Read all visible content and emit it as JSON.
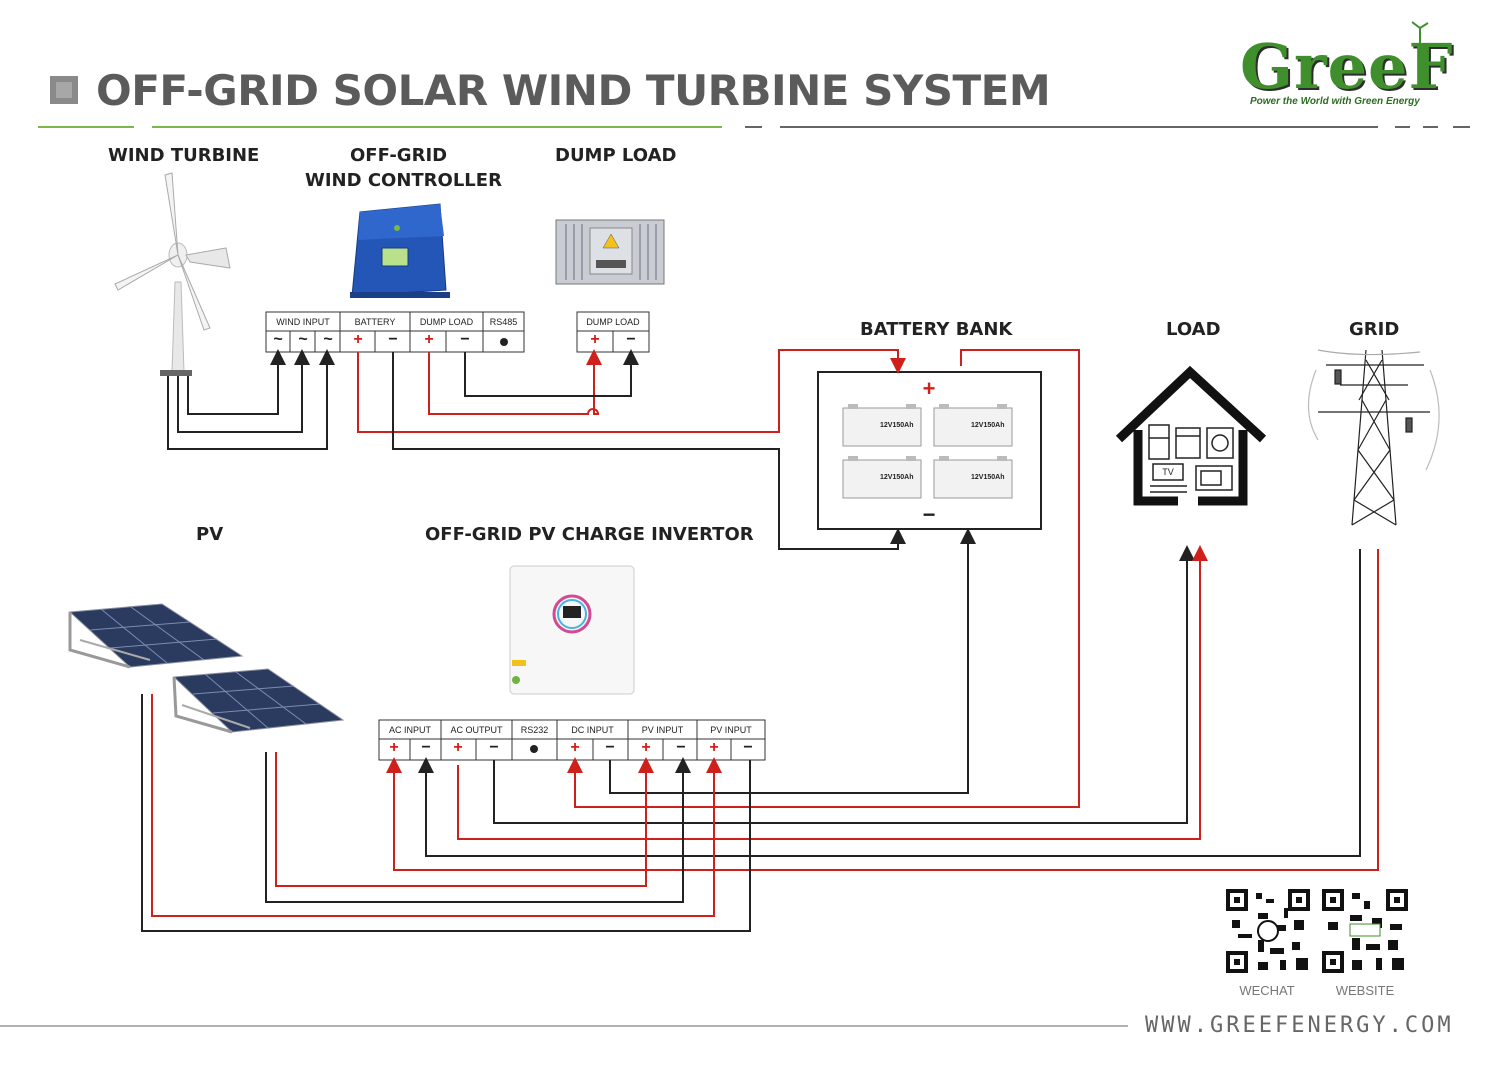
{
  "header": {
    "title": "OFF-GRID SOLAR WIND TURBINE SYSTEM",
    "brand": "GreeF",
    "slogan": "Power the World with Green Energy"
  },
  "components": {
    "wind_turbine": "WIND TURBINE",
    "wind_controller_line1": "OFF-GRID",
    "wind_controller_line2": "WIND CONTROLLER",
    "dump_load": "DUMP LOAD",
    "battery_bank": "BATTERY BANK",
    "load": "LOAD",
    "grid": "GRID",
    "pv": "PV",
    "pv_invertor": "OFF-GRID PV CHARGE INVERTOR"
  },
  "controller_terminals": {
    "wind_input": "WIND INPUT",
    "battery": "BATTERY",
    "dump_load": "DUMP LOAD",
    "rs485": "RS485"
  },
  "dump_load_terminal": "DUMP LOAD",
  "invertor_terminals": {
    "ac_input": "AC INPUT",
    "ac_output": "AC OUTPUT",
    "rs232": "RS232",
    "dc_input": "DC INPUT",
    "pv_input_1": "PV INPUT",
    "pv_input_2": "PV INPUT"
  },
  "symbols": {
    "plus": "+",
    "minus": "−",
    "ac": "~",
    "dot": "●"
  },
  "battery_unit_label": "12V150Ah",
  "tv_label": "TV",
  "qr": {
    "wechat": "WECHAT",
    "website": "WEBSITE"
  },
  "footer": {
    "website": "WWW.GREEFENERGY.COM"
  },
  "colors": {
    "brand_green": "#3f8f2c",
    "wire_red": "#d0201b",
    "wire_black": "#222222",
    "controller_blue": "#2456b8"
  }
}
